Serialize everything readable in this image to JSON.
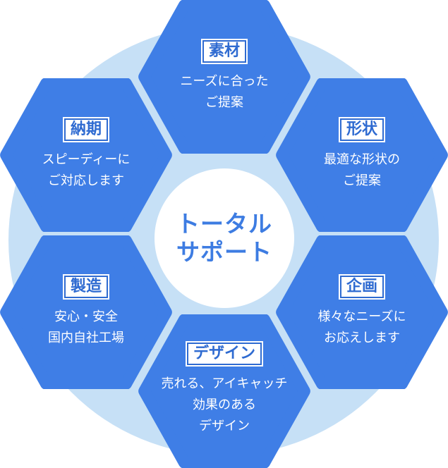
{
  "colors": {
    "hex_fill": "#3f7ee6",
    "ring": "#c6e0f6",
    "center_text": "#3d7ce2",
    "title_text": "#2f6bd1"
  },
  "center": {
    "lines": [
      "トータル",
      "サポート"
    ]
  },
  "hexagons": [
    {
      "id": "sozai",
      "title": "素材",
      "desc": [
        "ニーズに合った",
        "ご提案"
      ]
    },
    {
      "id": "keijo",
      "title": "形状",
      "desc": [
        "最適な形状の",
        "ご提案"
      ]
    },
    {
      "id": "kikaku",
      "title": "企画",
      "desc": [
        "様々なニーズに",
        "お応えします"
      ]
    },
    {
      "id": "design",
      "title": "デザイン",
      "desc": [
        "売れる、アイキャッチ",
        "効果のある",
        "デザイン"
      ]
    },
    {
      "id": "seizo",
      "title": "製造",
      "desc": [
        "安心・安全",
        "国内自社工場"
      ]
    },
    {
      "id": "nouki",
      "title": "納期",
      "desc": [
        "スピーディーに",
        "ご対応します"
      ]
    }
  ]
}
